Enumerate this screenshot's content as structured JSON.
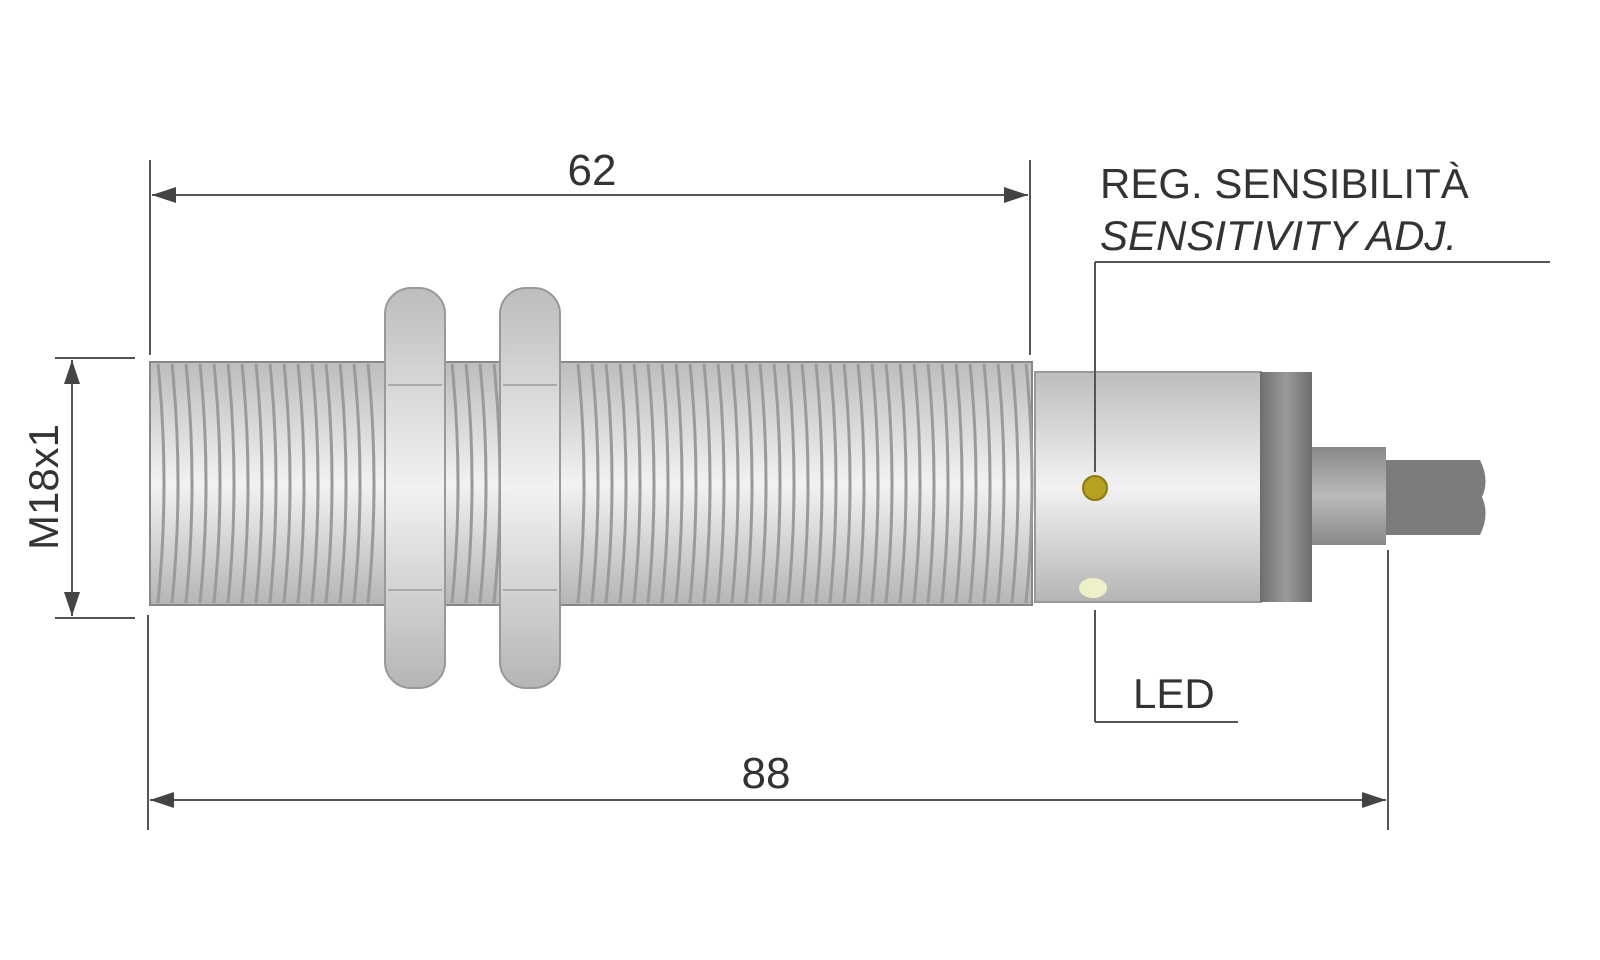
{
  "dimensions": {
    "thread_length": "62",
    "overall_length": "88",
    "thread_size": "M18x1"
  },
  "callouts": {
    "sensitivity_it": "REG. SENSIBILITÀ",
    "sensitivity_en": "SENSITIVITY ADJ.",
    "led": "LED"
  },
  "colors": {
    "metal": "#d9d9d9",
    "dark_ring": "#7a7a7a",
    "led_dot": "#b8a020",
    "lines": "#555555"
  }
}
